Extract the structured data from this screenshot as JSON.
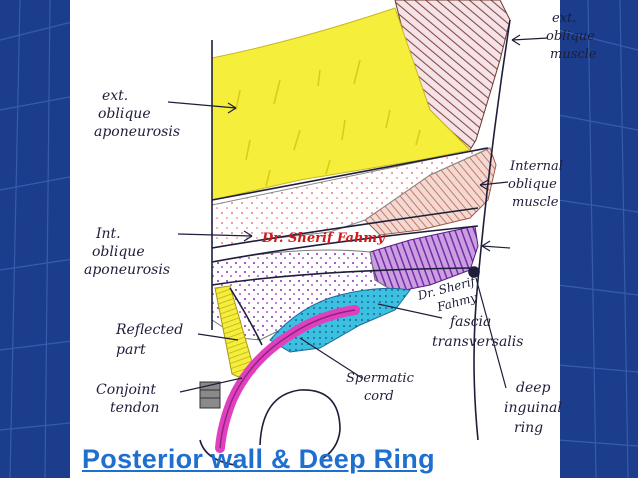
{
  "title": "Posterior wall & Deep Ring",
  "watermark": "Dr. Sherif Fahmy",
  "labels": {
    "ext_oblique_muscle": [
      "ext.",
      "oblique",
      "muscle"
    ],
    "ext_oblique_aponeurosis": [
      "ext.",
      "oblique",
      "aponeurosis"
    ],
    "internal_oblique_muscle": [
      "Internal",
      "oblique",
      "muscle"
    ],
    "int_oblique_aponeurosis": [
      "Int.",
      "oblique",
      "aponeurosis"
    ],
    "dr_sherif_fahmy_hand": [
      "Dr. Sherif",
      "Fahmy"
    ],
    "fascia_transversalis": [
      "fascia",
      "transversalis"
    ],
    "reflected_part": [
      "Reflected",
      "part"
    ],
    "conjoint_tendon": [
      "Conjoint",
      "tendon"
    ],
    "spermatic_cord": [
      "Spermatic",
      "cord"
    ],
    "deep_inguinal_ring": [
      "deep",
      "inguinal",
      "ring"
    ]
  },
  "colors": {
    "background_blue": "#1b3d8c",
    "grid_line": "#3f63b8",
    "yellow": "#f5ee3a",
    "muscle_brown": "#8c4a3e",
    "internal_oblique": "#cc8878",
    "purple": "#7a2aa8",
    "cyan": "#3cc0e0",
    "magenta": "#e040c0",
    "title_blue": "#1f6fd0",
    "watermark_red": "#d01818"
  }
}
